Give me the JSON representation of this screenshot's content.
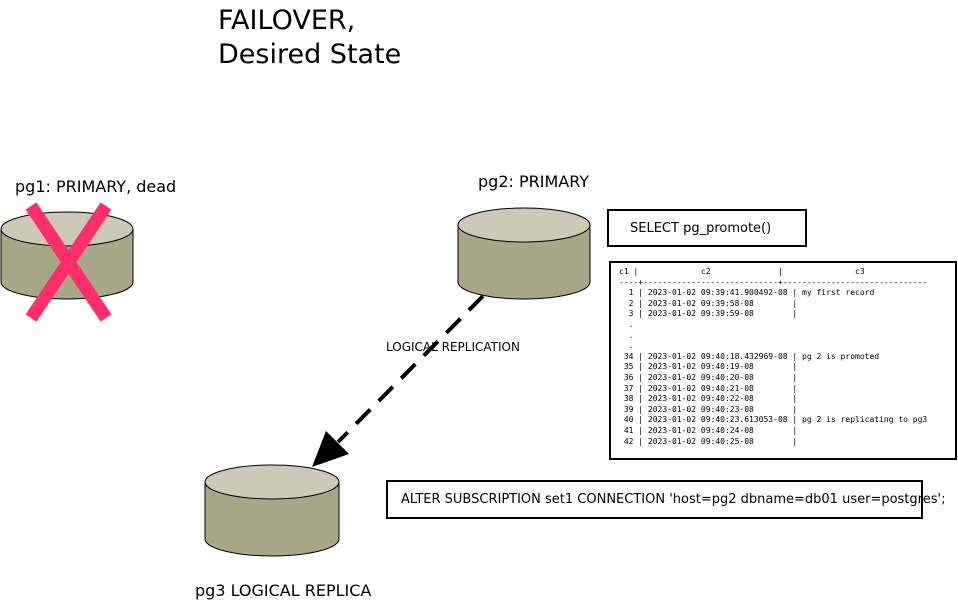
{
  "title": {
    "line1": "FAILOVER,",
    "line2": "Desired State"
  },
  "nodes": {
    "pg1": {
      "label": "pg1: PRIMARY, dead",
      "status_icon": "x-mark-icon"
    },
    "pg2": {
      "label": "pg2: PRIMARY"
    },
    "pg3": {
      "label": "pg3 LOGICAL REPLICA"
    }
  },
  "replication": {
    "label": "LOGICAL REPLICATION"
  },
  "commands": {
    "promote": "SELECT pg_promote()",
    "alter_subscription": "ALTER SUBSCRIPTION set1 CONNECTION 'host=pg2 dbname=db01 user=postgres';"
  },
  "query_result": {
    "header": "c1 |             c2              |               c3",
    "separator": "----+----------------------------+------------------------------",
    "rows": [
      "  1 | 2023-01-02 09:39:41.900492-08 | my first record",
      "  2 | 2023-01-02 09:39:58-08        |",
      "  3 | 2023-01-02 09:39:59-08        |",
      "  .",
      "  .",
      "  .",
      " 34 | 2023-01-02 09:40:18.432969-08 | pg 2 is promoted",
      " 35 | 2023-01-02 09:40:19-08        |",
      " 36 | 2023-01-02 09:40:20-08        |",
      " 37 | 2023-01-02 09:40:21-08        |",
      " 38 | 2023-01-02 09:40:22-08        |",
      " 39 | 2023-01-02 09:40:23-08        |",
      " 40 | 2023-01-02 09:40:23.613053-08 | pg 2 is replicating to pg3",
      " 41 | 2023-01-02 09:40:24-08        |",
      " 42 | 2023-01-02 09:40:25-08        |"
    ]
  },
  "colors": {
    "cylinder_top": "#cccab6",
    "cylinder_side": "#a8a787",
    "x_mark": "#ff2d6a"
  }
}
